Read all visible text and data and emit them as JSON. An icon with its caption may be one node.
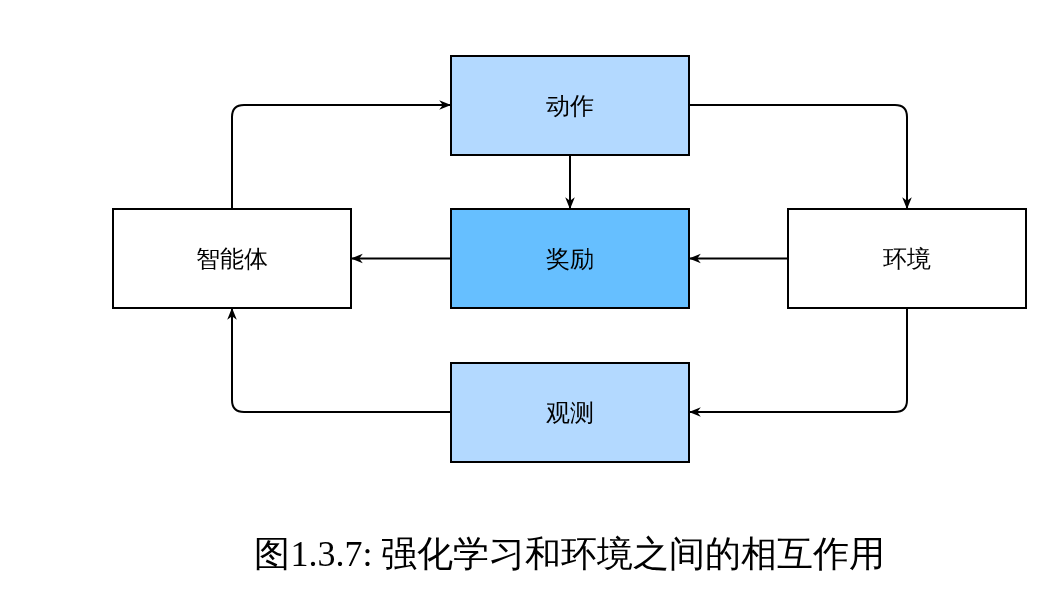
{
  "diagram": {
    "caption": "图1.3.7: 强化学习和环境之间的相互作用",
    "nodes": [
      {
        "text": [
          "动作"
        ]
      },
      {
        "text": [
          "智能体"
        ]
      },
      {
        "text": [
          "奖励"
        ]
      },
      {
        "text": [
          "环境"
        ]
      },
      {
        "text": [
          "观测"
        ]
      }
    ],
    "edges": [
      {
        "from": 1,
        "to": 0,
        "arrow": "to"
      },
      {
        "from": 0,
        "to": 3,
        "arrow": "to"
      },
      {
        "from": 0,
        "to": 2,
        "arrow": "to"
      },
      {
        "from": 3,
        "to": 2,
        "arrow": "to"
      },
      {
        "from": 2,
        "to": 1,
        "arrow": "to"
      },
      {
        "from": 3,
        "to": 4,
        "arrow": "to"
      },
      {
        "from": 4,
        "to": 1,
        "arrow": "to"
      }
    ]
  }
}
